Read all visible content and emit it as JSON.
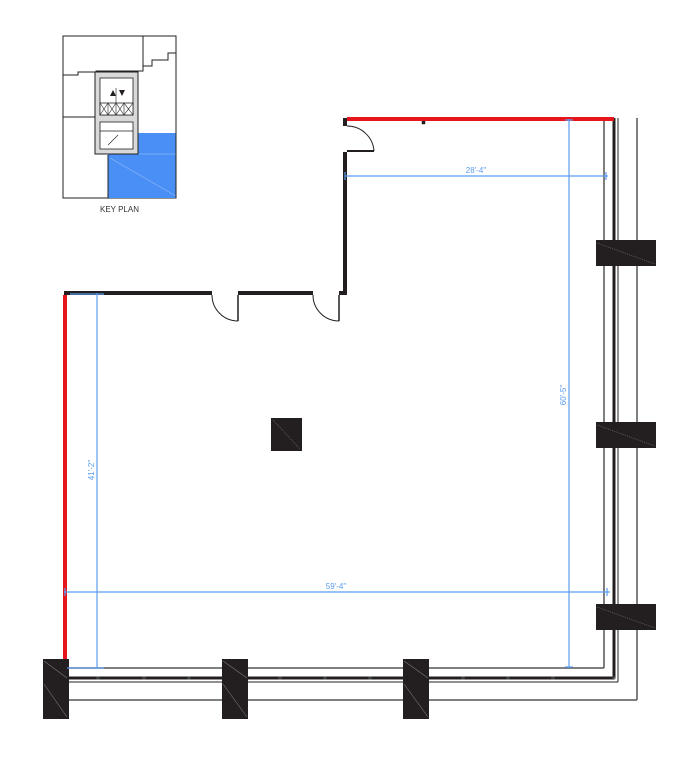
{
  "key_plan": {
    "label": "KEY PLAN",
    "highlight_color": "#4a8ff5"
  },
  "dimensions": {
    "top_width": "28'-4\"",
    "right_height": "60'-5\"",
    "left_height": "41'-2\"",
    "bottom_width": "59'-4\""
  },
  "colors": {
    "wall": "#231f20",
    "demising_wall": "#e8141b",
    "dimension": "#5b9cf0",
    "column": "#231f20"
  }
}
